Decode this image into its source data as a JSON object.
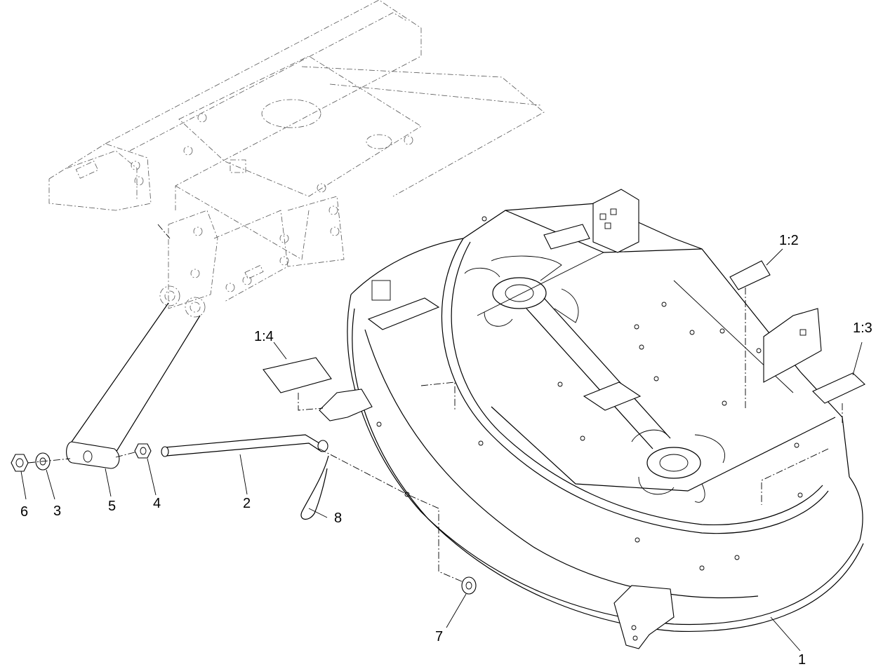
{
  "callouts": {
    "c1": "1",
    "c1_2": "1:2",
    "c1_3": "1:3",
    "c1_4": "1:4",
    "c2": "2",
    "c3": "3",
    "c4": "4",
    "c5": "5",
    "c6": "6",
    "c7": "7",
    "c8": "8"
  }
}
